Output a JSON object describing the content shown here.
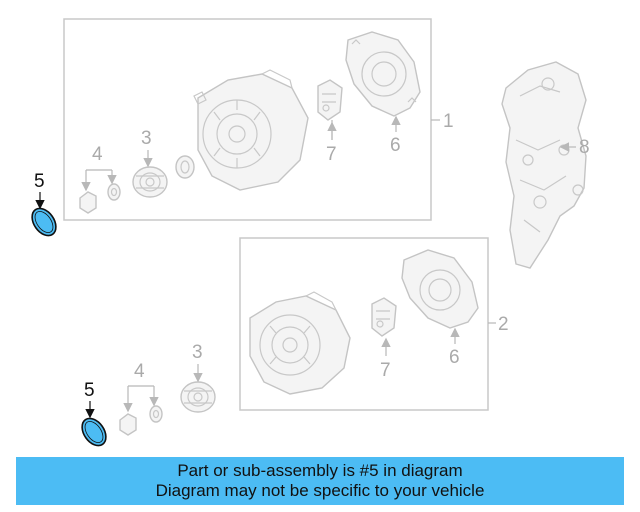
{
  "diagram": {
    "callouts": {
      "c1": "1",
      "c2": "2",
      "c3a": "3",
      "c3b": "3",
      "c4a": "4",
      "c4b": "4",
      "c5a": "5",
      "c5b": "5",
      "c6a": "6",
      "c6b": "6",
      "c7a": "7",
      "c7b": "7",
      "c8": "8"
    },
    "highlighted_part": "5"
  },
  "banner": {
    "line1": "Part or sub-assembly is #5 in diagram",
    "line2": "Diagram may not be specific to your vehicle",
    "background": "#4cbcf4"
  },
  "colors": {
    "highlight_fill": "#4cbcf4",
    "line_gray": "#c4c4c4",
    "label_gray": "#aaaaaa"
  }
}
